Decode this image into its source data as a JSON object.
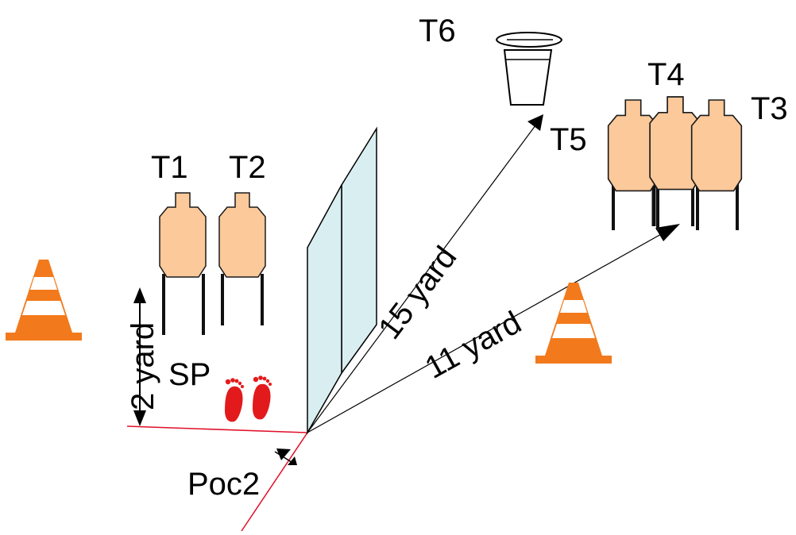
{
  "colors": {
    "target_fill": "#fcc99a",
    "target_stroke": "#1a1a1a",
    "cone_orange": "#f27a1c",
    "cone_white": "#ffffff",
    "wall_fill": "#d9eef0",
    "red_line": "#e0102a",
    "footprint": "#e31a1c"
  },
  "labels": {
    "t1": "T1",
    "t2": "T2",
    "t3": "T3",
    "t4": "T4",
    "t5": "T5",
    "t6": "T6",
    "sp": "SP",
    "poc": "Poc2",
    "dist_2": "2 yard",
    "dist_11": "11 yard",
    "dist_15": "15 yard"
  },
  "icons": [
    "traffic-cone-icon",
    "footprints-icon",
    "bucket-icon",
    "silhouette-target-icon"
  ]
}
